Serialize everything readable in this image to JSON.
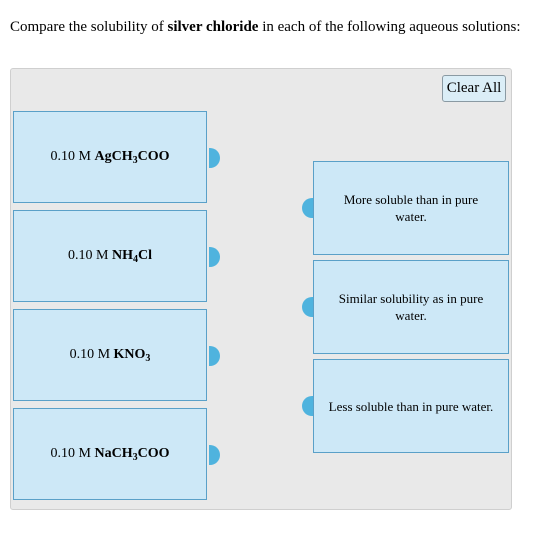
{
  "question": {
    "prefix": "Compare the solubility of ",
    "emphasis": "silver chloride",
    "suffix": " in each of the following aqueous solutions:"
  },
  "clear_all_label": "Clear All",
  "items": [
    {
      "prefix": "0.10 M ",
      "formula": [
        [
          "AgCH",
          ""
        ],
        [
          "3",
          "sub"
        ],
        [
          "COO",
          ""
        ]
      ]
    },
    {
      "prefix": "0.10 M ",
      "formula": [
        [
          "NH",
          ""
        ],
        [
          "4",
          "sub"
        ],
        [
          "Cl",
          ""
        ]
      ]
    },
    {
      "prefix": "0.10 M ",
      "formula": [
        [
          "KNO",
          ""
        ],
        [
          "3",
          "sub"
        ]
      ]
    },
    {
      "prefix": "0.10 M ",
      "formula": [
        [
          "NaCH",
          ""
        ],
        [
          "3",
          "sub"
        ],
        [
          "COO",
          ""
        ]
      ]
    }
  ],
  "targets": [
    {
      "label": "More soluble than in pure water."
    },
    {
      "label": "Similar solubility as in pure water."
    },
    {
      "label": "Less soluble than in pure water."
    }
  ],
  "colors": {
    "tile_fill": "#cde8f7",
    "tile_border": "#5aa0c8",
    "connector": "#4fb3de",
    "workspace": "#e9e9e9"
  }
}
